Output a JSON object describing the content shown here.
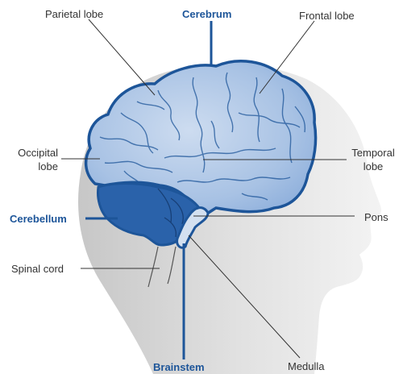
{
  "labels": {
    "parietal": "Parietal lobe",
    "cerebrum": "Cerebrum",
    "frontal": "Frontal lobe",
    "occipital_l1": "Occipital",
    "occipital_l2": "lobe",
    "temporal_l1": "Temporal",
    "temporal_l2": "lobe",
    "cerebellum": "Cerebellum",
    "pons": "Pons",
    "spinal_cord": "Spinal cord",
    "brainstem": "Brainstem",
    "medulla": "Medulla"
  },
  "colors": {
    "head_silhouette": "#d9d9d9",
    "brain_fill": "#a9c3e4",
    "brain_highlight": "#d4e2f3",
    "brain_outline": "#1d5599",
    "cerebellum_fill": "#2a62aa",
    "brainstem_fill": "#d3e0f0",
    "major_label": "#1d5599",
    "minor_label": "#333333",
    "leader_line": "#333333"
  }
}
